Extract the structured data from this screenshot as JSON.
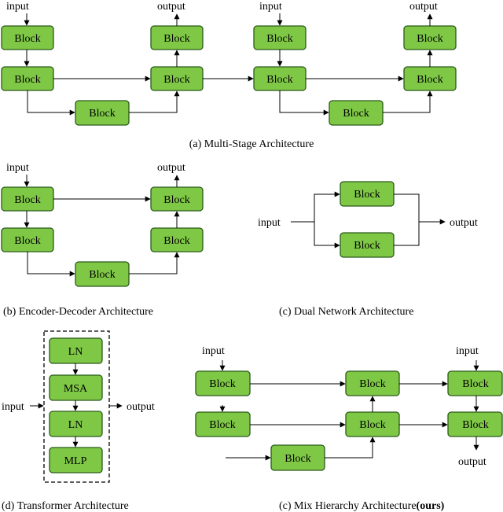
{
  "block_label": "Block",
  "io": {
    "input": "input",
    "output": "output"
  },
  "transformer_layers": [
    "LN",
    "MSA",
    "LN",
    "MLP"
  ],
  "captions": {
    "a": "(a) Multi-Stage Architecture",
    "b": "(b) Encoder-Decoder Architecture",
    "c_dual": "(c) Dual Network Architecture",
    "d": "(d) Transformer Architecture",
    "c_mix": "(c) Mix Hierarchy Architecture",
    "c_mix_bold": "(ours)"
  },
  "colors": {
    "block_fill": "#7fc846",
    "block_stroke": "#2a5a1a"
  }
}
